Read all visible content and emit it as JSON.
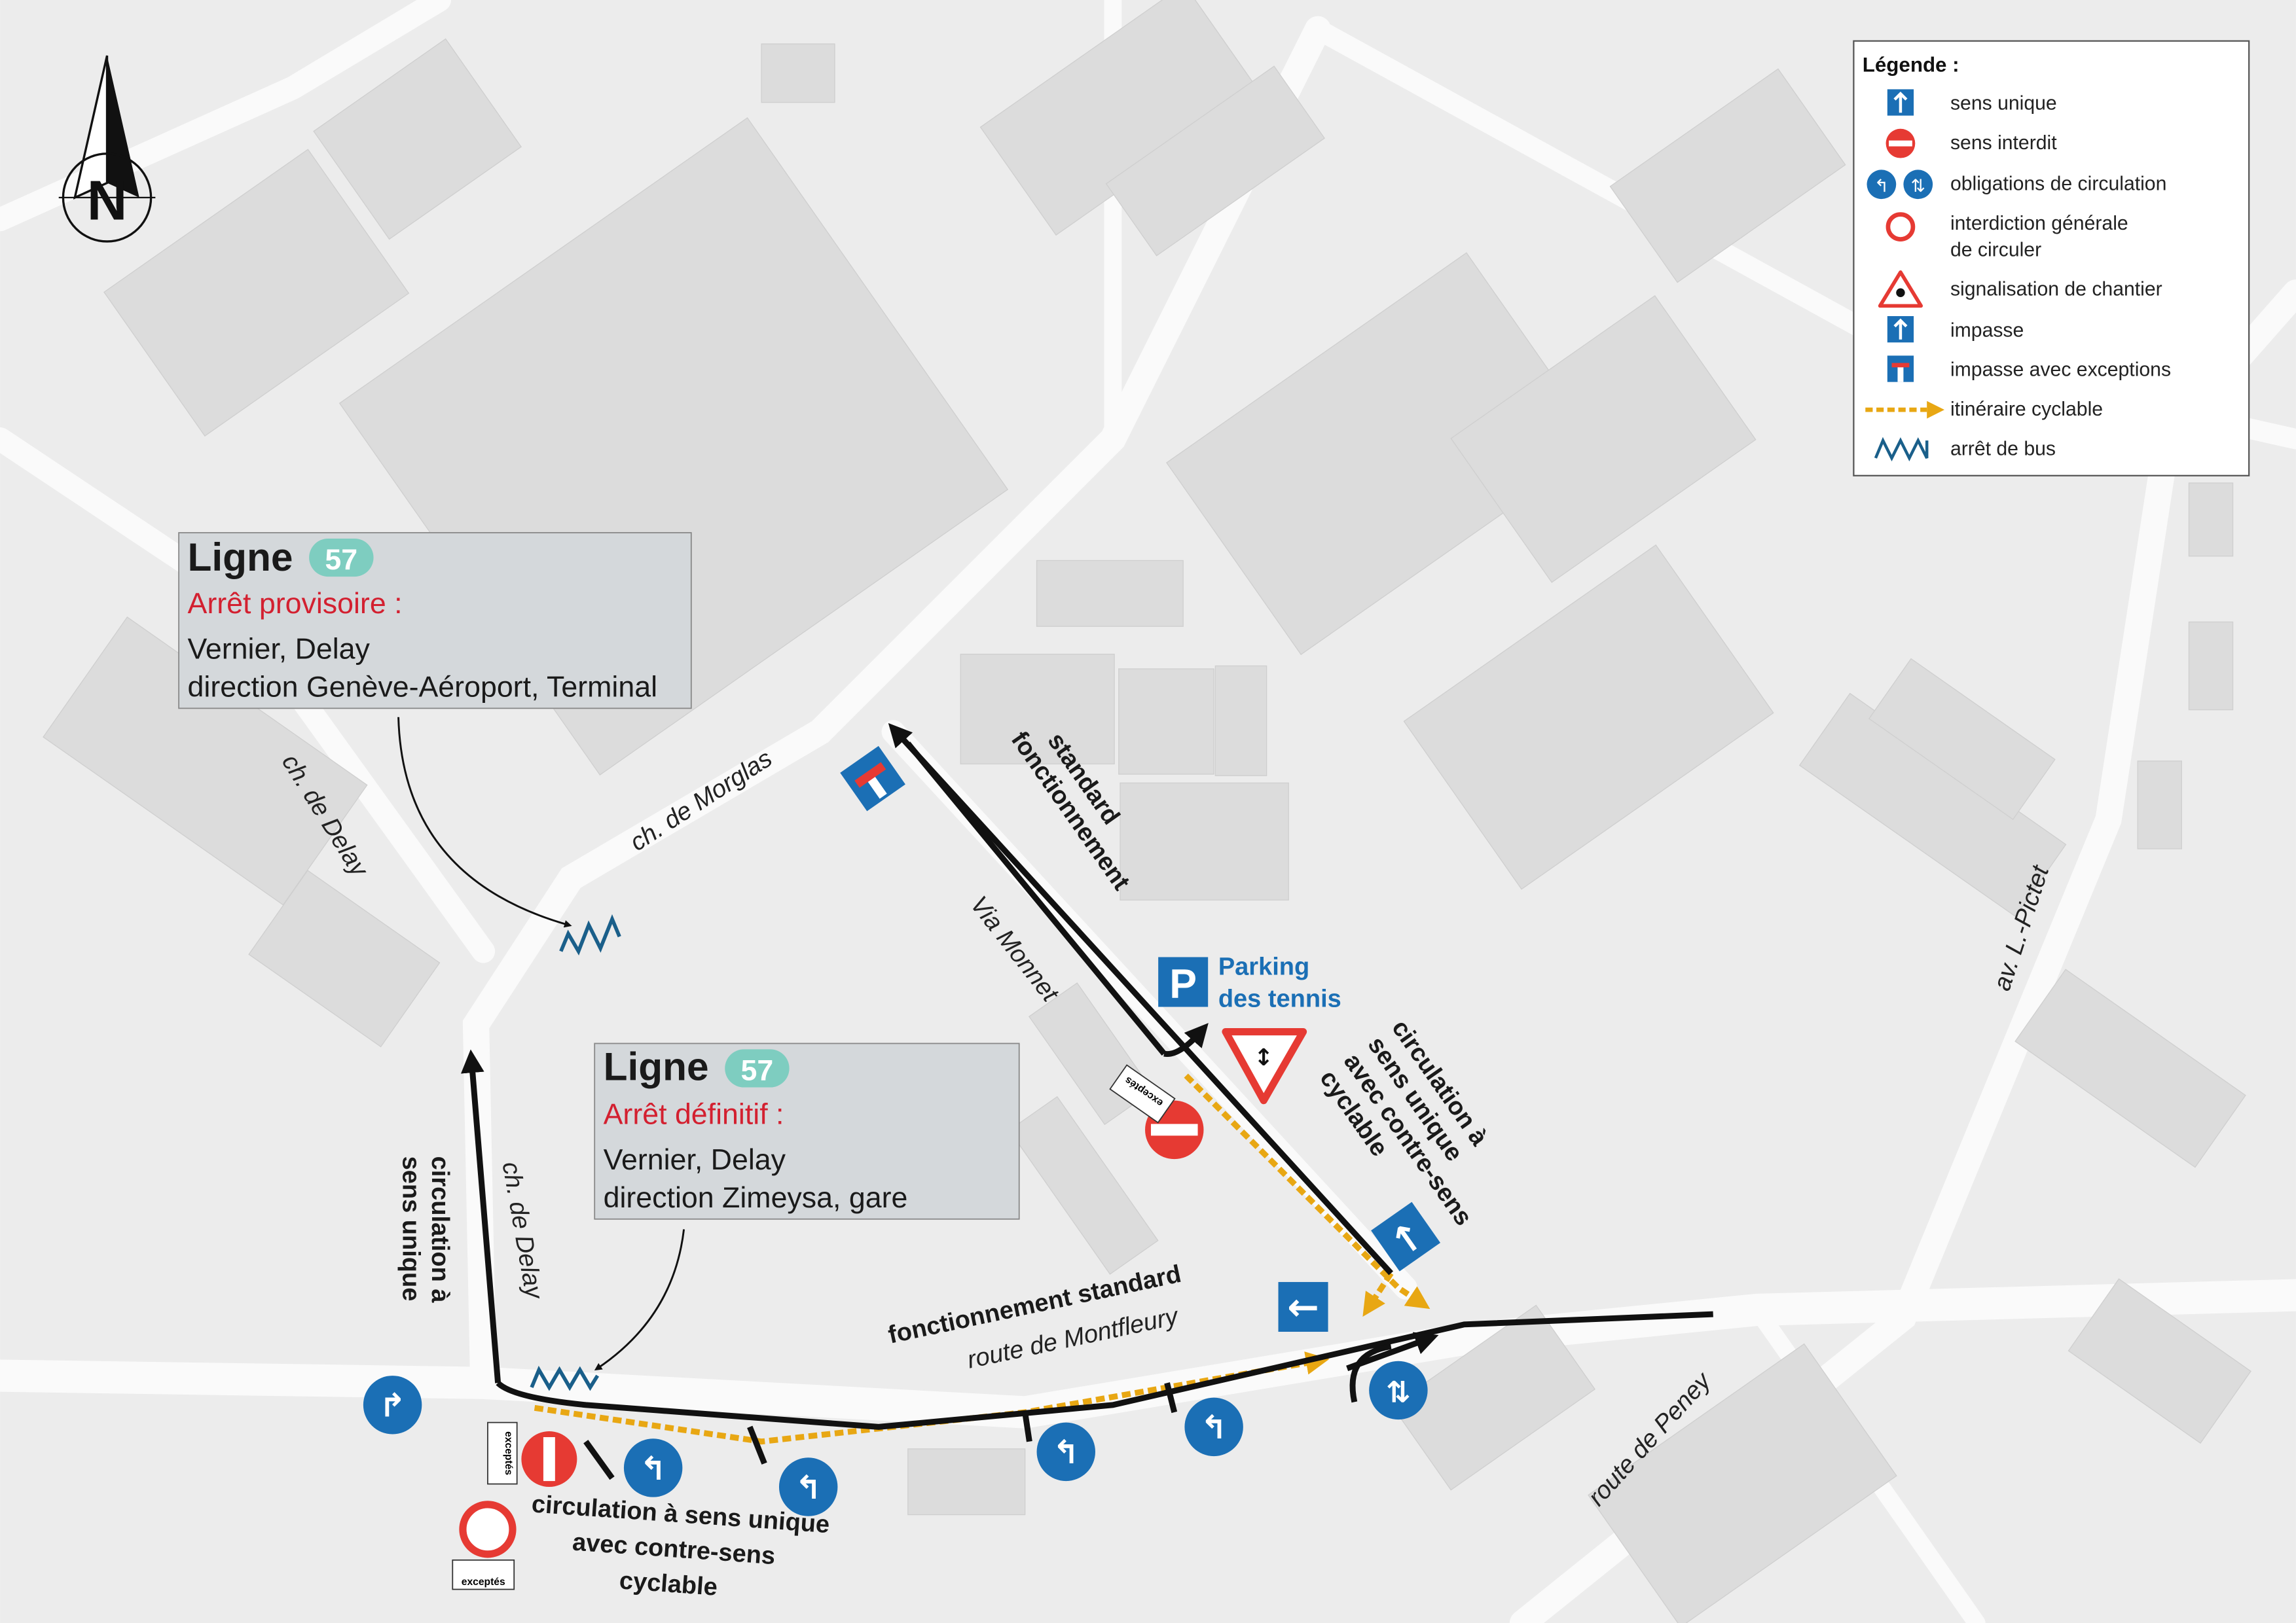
{
  "legend": {
    "title": "Légende :",
    "items": [
      {
        "icon": "one-way-sign-icon",
        "label": "sens unique"
      },
      {
        "icon": "no-entry-sign-icon",
        "label": "sens interdit"
      },
      {
        "icon": "mandatory-direction-signs-icon",
        "label": "obligations de circulation"
      },
      {
        "icon": "no-vehicles-sign-icon",
        "label_line1": "interdiction générale",
        "label_line2": "de circuler"
      },
      {
        "icon": "roadworks-sign-icon",
        "label": "signalisation de chantier"
      },
      {
        "icon": "dead-end-sign-icon",
        "label": "impasse"
      },
      {
        "icon": "dead-end-exceptions-sign-icon",
        "label": "impasse avec exceptions"
      },
      {
        "icon": "cycle-route-arrow-icon",
        "label": "itinéraire cyclable"
      },
      {
        "icon": "bus-stop-icon",
        "label": "arrêt de bus"
      }
    ]
  },
  "callouts": {
    "provisional": {
      "title": "Ligne",
      "line": "57",
      "status": "Arrêt provisoire :",
      "stop": "Vernier, Delay",
      "direction": "direction Genève-Aéroport, Terminal"
    },
    "definitive": {
      "title": "Ligne",
      "line": "57",
      "status": "Arrêt définitif :",
      "stop": "Vernier, Delay",
      "direction": "direction Zimeysa, gare"
    }
  },
  "streets": {
    "morglas": "ch. de Morglas",
    "delay_north": "ch. de Delay",
    "delay_south": "ch. de Delay",
    "via_monnet": "Via Monnet",
    "montfleury": "route de Montfleury",
    "peney": "route de Peney",
    "pictet": "av. L.-Pictet"
  },
  "annotations": {
    "standard_north_1": "fonctionnement",
    "standard_north_2": "standard",
    "standard_south": "fonctionnement standard",
    "one_way_left_1": "circulation à",
    "one_way_left_2": "sens unique",
    "contraflow_east_1": "circulation à",
    "contraflow_east_2": "sens unique",
    "contraflow_east_3": "avec contre-sens",
    "contraflow_east_4": "cyclable",
    "contraflow_south_1": "circulation à sens unique",
    "contraflow_south_2": "avec contre-sens",
    "contraflow_south_3": "cyclable",
    "parking_1": "Parking",
    "parking_2": "des tennis",
    "parking_symbol": "P",
    "excepted_1": "exceptés",
    "excepted_2": "exceptés",
    "excepted_3": "exceptés"
  },
  "compass": {
    "label": "N"
  },
  "colors": {
    "sign_blue": "#1b6fb5",
    "sign_red": "#e63a33",
    "cycle": "#e8a713",
    "badge": "#7ecdc0",
    "bus": "#1a5f8a",
    "route": "#111111"
  }
}
